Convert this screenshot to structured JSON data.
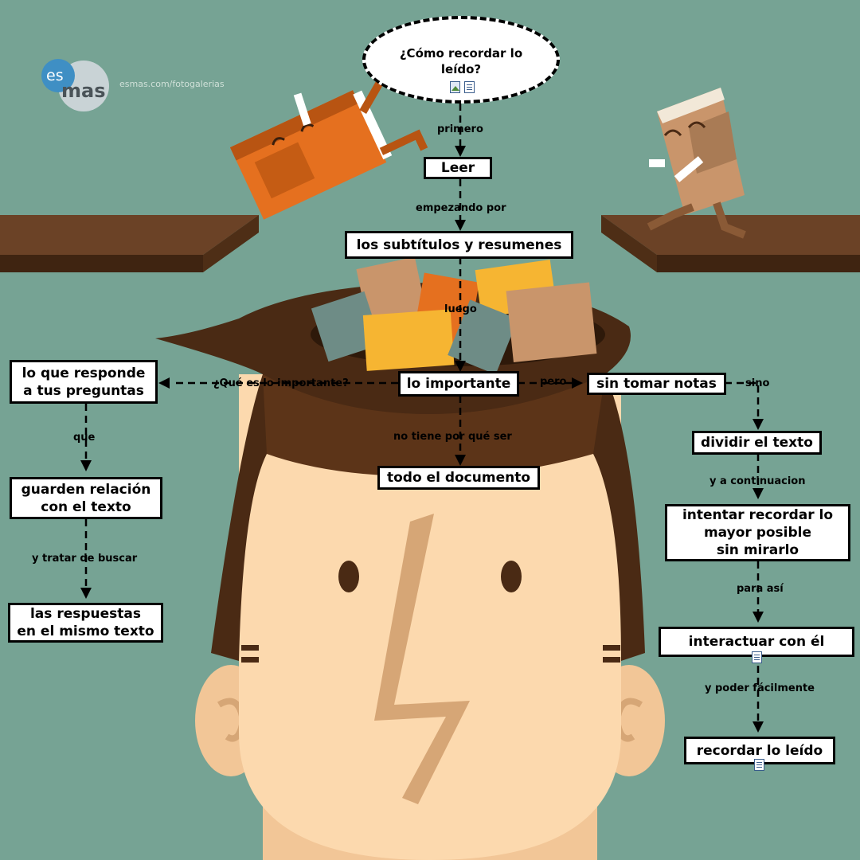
{
  "root": {
    "question": "¿Cómo recordar lo\nleído?"
  },
  "nodes": {
    "leer": "Leer",
    "subtitulos": "los subtítulos y resumenes",
    "importante": "lo importante",
    "todo": "todo el documento",
    "sin_notas": "sin tomar notas",
    "dividir": "dividir el texto",
    "intentar": "intentar recordar lo\nmayor posible\nsin mirarlo",
    "interactuar": "interactuar con él",
    "recordar": "recordar lo leído",
    "responde": "lo que responde\na tus preguntas",
    "guarden": "guarden relación\ncon el texto",
    "respuestas": "las respuestas\nen el mismo texto"
  },
  "labels": {
    "primero": "primero",
    "empezando": "empezando por",
    "luego": "luego",
    "que_es": "¿Qué es lo  importante?",
    "pero": "pero",
    "sino": "sino",
    "no_tiene": "no tiene por qué ser",
    "que": "que",
    "tratar": "y tratar de buscar",
    "continuacion": "y a continuacion",
    "para_asi": "para así",
    "poder": "y poder fácilmente"
  },
  "brand": {
    "logo_es": "es",
    "logo_mas": "mas",
    "url": "esmas.com/fotogalerias"
  },
  "colors": {
    "background": "#76a394",
    "hair": "#4a2a14",
    "skin": "#fcd9ae",
    "ledge": "#4a2a14"
  }
}
